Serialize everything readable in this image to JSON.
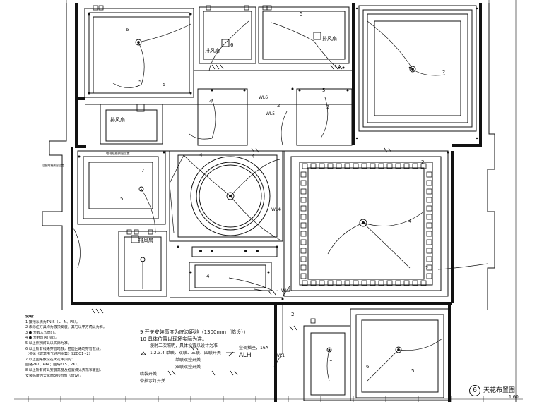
{
  "drawing": {
    "title": "天花布置图",
    "number": "6",
    "scale": "1:60"
  },
  "labels": {
    "fan1": "排风扇",
    "fan2": "排风扇",
    "fan3": "排风扇",
    "fan4": "排风扇",
    "wl1": "WL1",
    "wl3": "WL3",
    "wl4": "WL4",
    "wl5": "WL5",
    "wl6": "WL6",
    "panel_note": "电视插座预留位置",
    "side_note": "总配电箱预留位置",
    "circuit_nums": [
      "5",
      "6",
      "7",
      "2",
      "4",
      "6",
      "5",
      "5",
      "2",
      "5",
      "2",
      "4",
      "5",
      "2",
      "6",
      "5",
      "4",
      "2",
      "4",
      "1",
      "2",
      "4"
    ]
  },
  "notes": {
    "heading": "说明：",
    "items": [
      "1  接地系统为TN-S（L、N、PE）。",
      "2  未标注灯具均为吸顶安装，其它以甲方确认为准。",
      "3  ●  为嵌入式筒灯。",
      "4  ●  为射灯/吸顶灯。",
      "5  以上照明灯具以实际为准。",
      "6  以上所有线路穿管暗敷，插座回路均穿管敷设。",
      "   （参见《建筑电气通用图集》92DQ1~2）",
      "7  以上回路敷设在天花吊顶内：",
      "   回路PX7、PX4；回路PX5、PX1。",
      "8  以上所有灯具安装高度及位置详见天花布置图，",
      "   安装高度为天花面300mm（暗设）。"
    ]
  },
  "notes2": {
    "line9": "9  开关安装高度为底边距地（1300mm（暗设））",
    "line10": "10  具体位置以现场实际为准。",
    "leg1": "漫射二次照明，具体设置以设计为准",
    "leg2": "1.2.3.4 单联、双联、三联、四联开关",
    "leg3": "单联双控开关",
    "leg4": "双联双控开关",
    "leg5": "暗装开关",
    "leg6": "带指示灯开关",
    "ac": "空调插座，16A",
    "alh": "ALH"
  }
}
